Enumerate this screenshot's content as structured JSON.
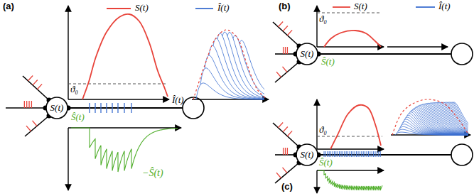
{
  "diagram": {
    "nodes": [
      {
        "text": [
          "S(t)"
        ]
      },
      {
        "text": [
          "S(t)"
        ]
      },
      {
        "text": [
          "S(t)"
        ]
      }
    ],
    "labels": [
      "(a)",
      "ϑ₀",
      "Î(t)",
      "Ŝ(t)",
      "−Ŝ(t)",
      "(b)",
      "ϑ₀",
      "Ŝ(t)",
      "ϑ₀",
      "Ŝ(t)",
      "(c)"
    ],
    "legend": [
      {
        "text": "S(t)"
      },
      {
        "text": "Î(t)"
      },
      {
        "text": "S(t)"
      },
      {
        "text": "Î(t)"
      }
    ]
  }
}
